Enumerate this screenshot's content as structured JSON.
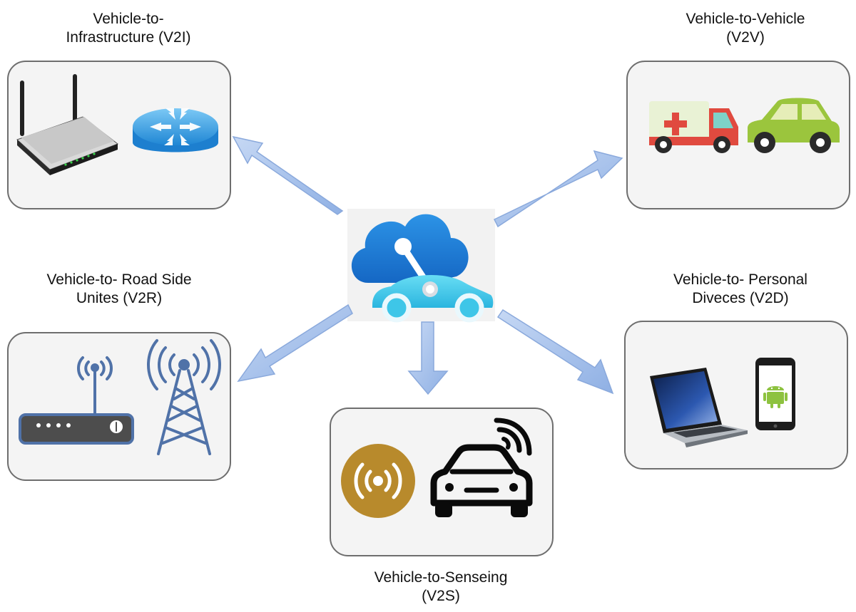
{
  "center": {
    "icon": "cloud-connected-car-icon"
  },
  "nodes": {
    "v2i": {
      "line1": "Vehicle-to-",
      "line2": "Infrastructure (V2I)",
      "icons": [
        "wifi-router-icon",
        "network-router-icon"
      ]
    },
    "v2v": {
      "line1": "Vehicle-to-Vehicle",
      "line2": "(V2V)",
      "icons": [
        "ambulance-icon",
        "car-icon"
      ]
    },
    "v2r": {
      "line1": "Vehicle-to- Road Side",
      "line2": "Unites (V2R)",
      "icons": [
        "modem-icon",
        "cell-tower-icon"
      ]
    },
    "v2d": {
      "line1": "Vehicle-to- Personal",
      "line2": "Diveces (V2D)",
      "icons": [
        "laptop-icon",
        "android-phone-icon"
      ]
    },
    "v2s": {
      "line1": "Vehicle-to-Senseing",
      "line2": "(V2S)",
      "icons": [
        "sensor-icon",
        "connected-car-icon"
      ]
    }
  },
  "colors": {
    "box_fill": "#f4f4f4",
    "box_border": "#6e6e6e",
    "arrow_fill": "#a9c4ec",
    "arrow_stroke": "#7f9fd6",
    "cloud_blue": "#1f7fd8",
    "car_cyan": "#3ec6e8",
    "sensor_gold": "#b88a2c"
  }
}
